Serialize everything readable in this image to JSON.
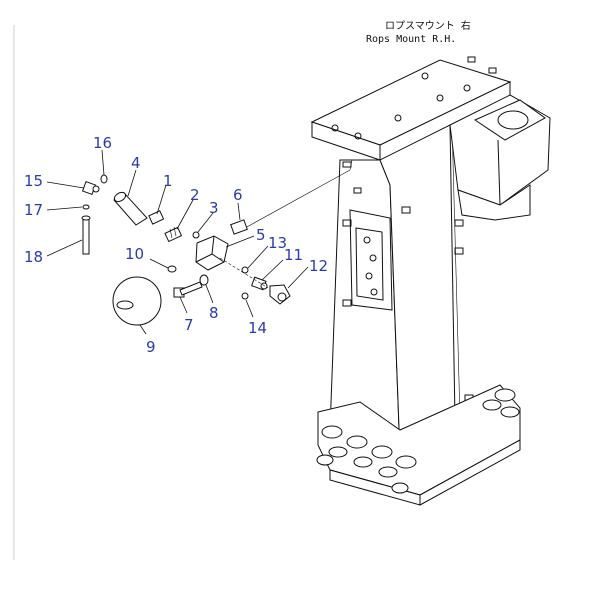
{
  "title": {
    "jp": "ロプスマウント 右",
    "en": "Rops Mount R.H."
  },
  "callouts": [
    "1",
    "2",
    "3",
    "4",
    "5",
    "6",
    "7",
    "8",
    "9",
    "10",
    "11",
    "12",
    "13",
    "14",
    "15",
    "16",
    "17",
    "18"
  ],
  "colors": {
    "callout": "#2b3bb0",
    "line": "#111111",
    "background": "#ffffff"
  }
}
